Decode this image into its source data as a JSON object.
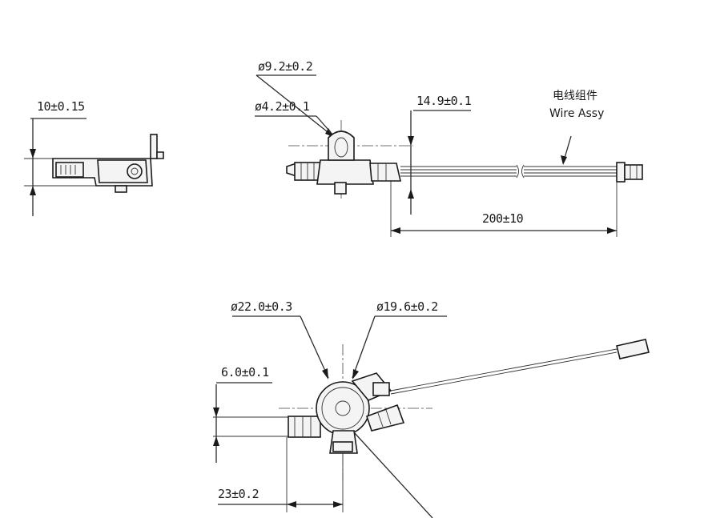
{
  "dimensions": {
    "width_side": "10±0.15",
    "dia_top_outer": "ø9.2±0.2",
    "dia_top_inner": "ø4.2±0.1",
    "wire_offset": "14.9±0.1",
    "wire_length": "200±10",
    "dia_body_outer": "ø22.0±0.3",
    "dia_body_inner": "ø19.6±0.2",
    "inlet_offset": "6.0±0.1",
    "inlet_length": "23±0.2"
  },
  "callout": {
    "label_cn": "电线组件",
    "label_en": "Wire Assy"
  }
}
